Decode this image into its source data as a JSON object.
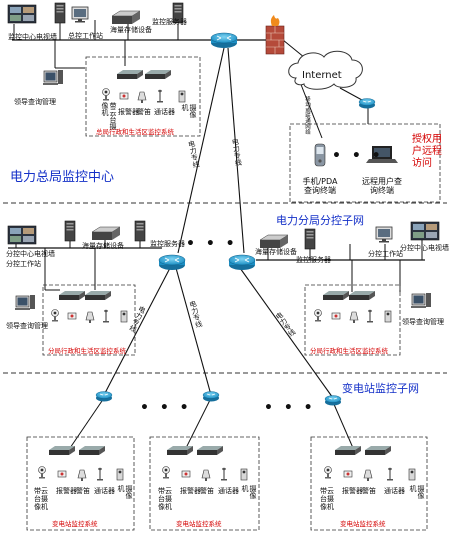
{
  "center": {
    "title": "电力总局监控中心",
    "video_wall": "监控中心电视墙",
    "workstation": "总控工作站",
    "storage": "海量存储设备",
    "server": "监控服务器",
    "query": "领导查询管理",
    "system_caption": "总局行政和生活区监控系统",
    "devices": {
      "ptz": "带云台摄像机",
      "alarm": "报警器",
      "siren": "警笛",
      "intercom": "通话器",
      "camera": "摄像机"
    }
  },
  "internet": {
    "cloud": "Internet",
    "mobile_link": "移动或联通网络",
    "mobile": "手机/PDA查询终端",
    "remote": "远程用户查询终端",
    "auth": "授权用户远程访问"
  },
  "links": {
    "dedicated_1": "电力专线",
    "dedicated_2": "电力专线"
  },
  "branch": {
    "title": "电力分局分控子网",
    "left": {
      "video_wall": "分控中心电视墙",
      "workstation": "分控工作站",
      "storage": "海量存储设备",
      "server": "监控服务器",
      "query": "领导查询管理",
      "caption": "分局行政和生活区监控系统"
    },
    "right": {
      "storage": "海量存储设备",
      "server": "监控服务器",
      "workstation": "分控工作站",
      "video_wall": "分控中心电视墙",
      "query": "领导查询管理",
      "caption": "分局行政和生活区监控系统"
    },
    "links": [
      "电力专线",
      "电力专线",
      "电力专线"
    ]
  },
  "substation": {
    "title": "变电站监控子网",
    "caption": "变电站监控系统",
    "devices": {
      "ptz": "带云台摄像机",
      "alarm": "报警器",
      "siren": "警笛",
      "intercom": "通话器",
      "camera": "摄像机"
    }
  },
  "ellipsis": "• • •"
}
